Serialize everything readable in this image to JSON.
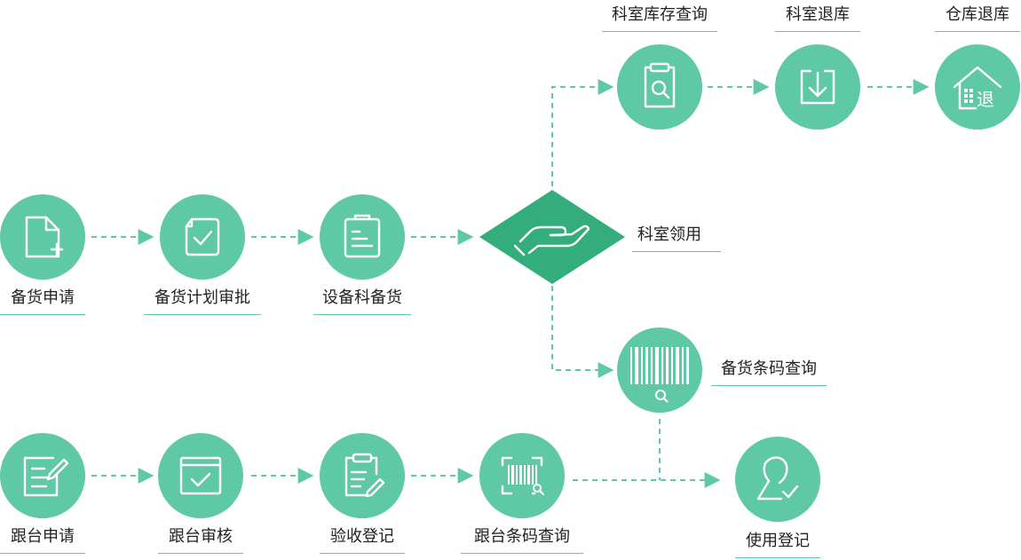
{
  "colors": {
    "node": "#5ec9a4",
    "diamond": "#33ad7c",
    "connector": "#5ec9a4",
    "underline": "#5ec9a4",
    "text": "#222222"
  },
  "nodes": {
    "stock_apply": {
      "label": "备货申请",
      "icon": "file-plus-icon"
    },
    "stock_plan_approval": {
      "label": "备货计划审批",
      "icon": "file-check-icon"
    },
    "equipment_stock": {
      "label": "设备科备货",
      "icon": "clipboard-list-icon"
    },
    "dept_pickup": {
      "label": "科室领用",
      "icon": "hand-icon"
    },
    "dept_inventory_query": {
      "label": "科室库存查询",
      "icon": "clipboard-search-icon"
    },
    "dept_return": {
      "label": "科室退库",
      "icon": "tray-arrow-down-icon"
    },
    "warehouse_return": {
      "label": "仓库退库",
      "icon": "warehouse-return-icon",
      "icon_text": "退"
    },
    "stock_barcode_query": {
      "label": "备货条码查询",
      "icon": "barcode-search-icon"
    },
    "follow_apply": {
      "label": "跟台申请",
      "icon": "document-edit-icon"
    },
    "follow_review": {
      "label": "跟台审核",
      "icon": "window-check-icon"
    },
    "acceptance_register": {
      "label": "验收登记",
      "icon": "clipboard-edit-icon"
    },
    "follow_barcode_query": {
      "label": "跟台条码查询",
      "icon": "barcode-frame-search-icon"
    },
    "usage_register": {
      "label": "使用登记",
      "icon": "user-check-icon"
    }
  }
}
